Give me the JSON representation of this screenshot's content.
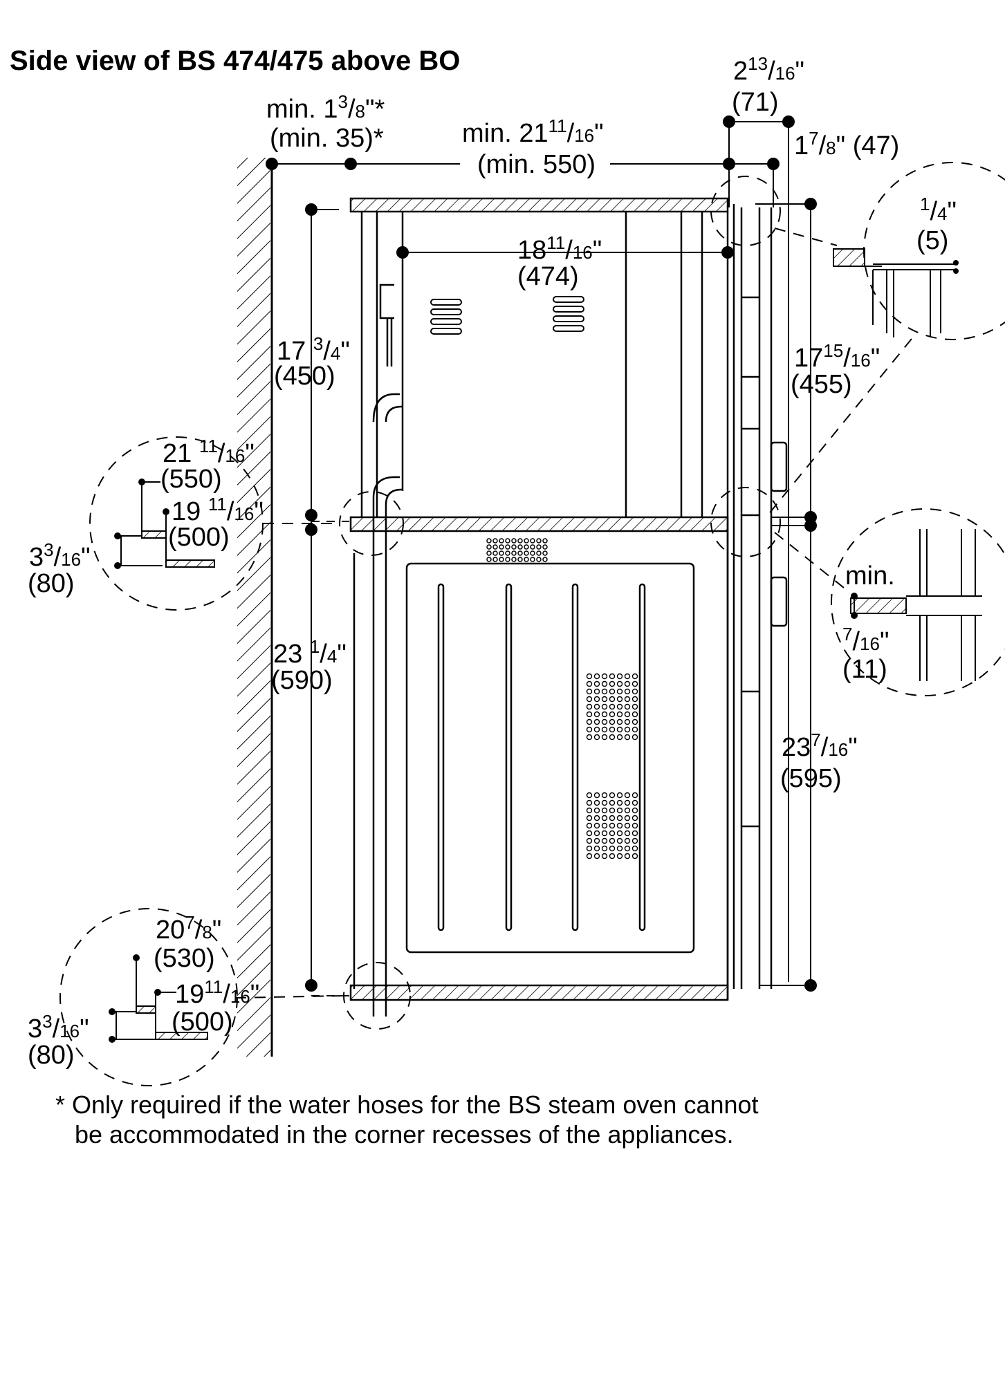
{
  "title": "Side view of BS 474/475 above BO",
  "labels": {
    "top_gap": {
      "whole": "min. 1",
      "num": "3",
      "den": "8",
      "suffix": "\"*",
      "mm": "(min. 35)*"
    },
    "top_depth": {
      "whole": "min. 21",
      "num": "11",
      "den": "16",
      "suffix": "\"",
      "mm": "(min. 550)"
    },
    "front_71": {
      "whole": "2",
      "num": "13",
      "den": "16",
      "suffix": "\"",
      "mm": "(71)"
    },
    "front_47": {
      "whole": "1",
      "num": "7",
      "den": "8",
      "suffix": "\"",
      "mm": "(47)"
    },
    "inner_474": {
      "whole": "18",
      "num": "11",
      "den": "16",
      "suffix": "\"",
      "mm": "(474)"
    },
    "height_450": {
      "whole": "17 ",
      "num": "3",
      "den": "4",
      "suffix": "\"",
      "mm": "(450)"
    },
    "height_455": {
      "whole": "17",
      "num": "15",
      "den": "16",
      "suffix": "\"",
      "mm": "(455)"
    },
    "height_590": {
      "whole": "23 ",
      "num": "1",
      "den": "4",
      "suffix": "\"",
      "mm": "(590)"
    },
    "height_595": {
      "whole": "23",
      "num": "7",
      "den": "16",
      "suffix": "\"",
      "mm": "(595)"
    },
    "detail_5": {
      "whole": "",
      "num": "1",
      "den": "4",
      "suffix": "\"",
      "mm": "(5)"
    },
    "detail_min": {
      "word": "min.",
      "whole": "",
      "num": "7",
      "den": "16",
      "suffix": "\"",
      "mm": "(11)"
    },
    "left_upper_550": {
      "whole": "21 ",
      "num": "11",
      "den": "16",
      "suffix": "\"",
      "mm": "(550)"
    },
    "left_upper_500": {
      "whole": "19 ",
      "num": "11",
      "den": "16",
      "suffix": "\"",
      "mm": "(500)"
    },
    "left_upper_80": {
      "whole": "3",
      "num": "3",
      "den": "16",
      "suffix": "\"",
      "mm": "(80)"
    },
    "left_lower_530": {
      "whole": "20",
      "num": "7",
      "den": "8",
      "suffix": "\"",
      "mm": "(530)"
    },
    "left_lower_500": {
      "whole": "19",
      "num": "11",
      "den": "16",
      "suffix": "\"",
      "mm": "(500)"
    },
    "left_lower_80": {
      "whole": "3",
      "num": "3",
      "den": "16",
      "suffix": "\"",
      "mm": "(80)"
    }
  },
  "footnote": {
    "line1": "* Only required if the water hoses for the BS steam oven cannot",
    "line2": "be accommodated in the corner recesses of the appliances."
  }
}
